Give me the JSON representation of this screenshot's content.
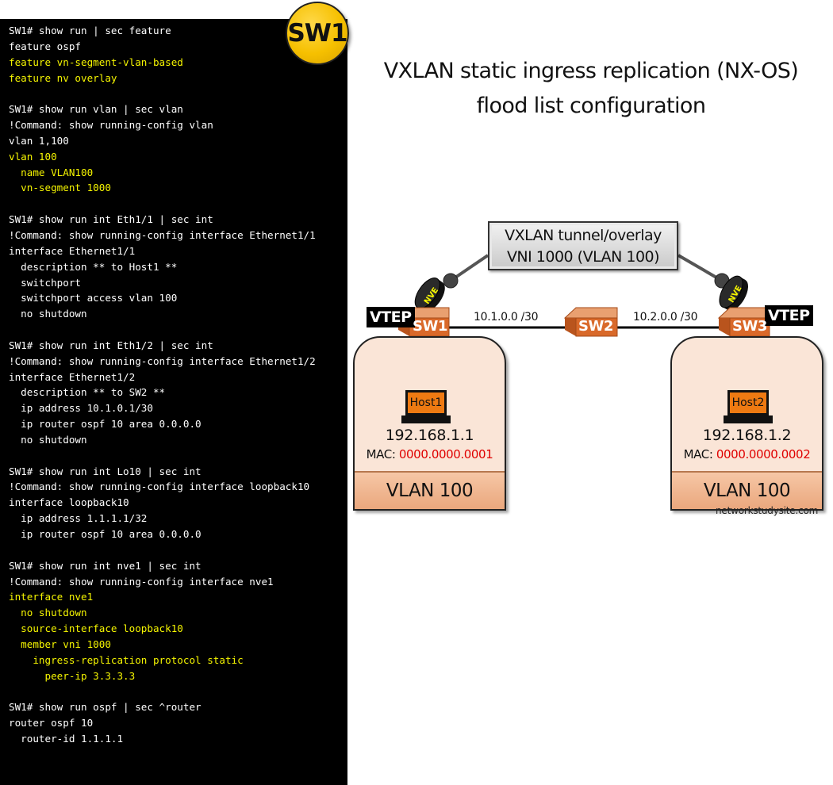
{
  "terminal": {
    "lines": [
      {
        "text": "SW1# show run | sec feature",
        "highlight": false
      },
      {
        "text": "feature ospf",
        "highlight": false
      },
      {
        "text": "feature vn-segment-vlan-based",
        "highlight": true
      },
      {
        "text": "feature nv overlay",
        "highlight": true
      },
      {
        "text": "",
        "highlight": false
      },
      {
        "text": "SW1# show run vlan | sec vlan",
        "highlight": false
      },
      {
        "text": "!Command: show running-config vlan",
        "highlight": false
      },
      {
        "text": "vlan 1,100",
        "highlight": false
      },
      {
        "text": "vlan 100",
        "highlight": true
      },
      {
        "text": "  name VLAN100",
        "highlight": true
      },
      {
        "text": "  vn-segment 1000",
        "highlight": true
      },
      {
        "text": "",
        "highlight": false
      },
      {
        "text": "SW1# show run int Eth1/1 | sec int",
        "highlight": false
      },
      {
        "text": "!Command: show running-config interface Ethernet1/1",
        "highlight": false
      },
      {
        "text": "interface Ethernet1/1",
        "highlight": false
      },
      {
        "text": "  description ** to Host1 **",
        "highlight": false
      },
      {
        "text": "  switchport",
        "highlight": false
      },
      {
        "text": "  switchport access vlan 100",
        "highlight": false
      },
      {
        "text": "  no shutdown",
        "highlight": false
      },
      {
        "text": "",
        "highlight": false
      },
      {
        "text": "SW1# show run int Eth1/2 | sec int",
        "highlight": false
      },
      {
        "text": "!Command: show running-config interface Ethernet1/2",
        "highlight": false
      },
      {
        "text": "interface Ethernet1/2",
        "highlight": false
      },
      {
        "text": "  description ** to SW2 **",
        "highlight": false
      },
      {
        "text": "  ip address 10.1.0.1/30",
        "highlight": false
      },
      {
        "text": "  ip router ospf 10 area 0.0.0.0",
        "highlight": false
      },
      {
        "text": "  no shutdown",
        "highlight": false
      },
      {
        "text": "",
        "highlight": false
      },
      {
        "text": "SW1# show run int Lo10 | sec int",
        "highlight": false
      },
      {
        "text": "!Command: show running-config interface loopback10",
        "highlight": false
      },
      {
        "text": "interface loopback10",
        "highlight": false
      },
      {
        "text": "  ip address 1.1.1.1/32",
        "highlight": false
      },
      {
        "text": "  ip router ospf 10 area 0.0.0.0",
        "highlight": false
      },
      {
        "text": "",
        "highlight": false
      },
      {
        "text": "SW1# show run int nve1 | sec int",
        "highlight": false
      },
      {
        "text": "!Command: show running-config interface nve1",
        "highlight": false
      },
      {
        "text": "interface nve1",
        "highlight": true
      },
      {
        "text": "  no shutdown",
        "highlight": true
      },
      {
        "text": "  source-interface loopback10",
        "highlight": true
      },
      {
        "text": "  member vni 1000",
        "highlight": true
      },
      {
        "text": "    ingress-replication protocol static",
        "highlight": true
      },
      {
        "text": "      peer-ip 3.3.3.3",
        "highlight": true
      },
      {
        "text": "",
        "highlight": false
      },
      {
        "text": "SW1# show run ospf | sec ^router",
        "highlight": false
      },
      {
        "text": "router ospf 10",
        "highlight": false
      },
      {
        "text": "  router-id 1.1.1.1",
        "highlight": false
      }
    ]
  },
  "badge": {
    "label": "SW1"
  },
  "title": {
    "line1": "VXLAN static ingress replication (NX-OS)",
    "line2": "flood list configuration"
  },
  "diagram": {
    "tunnel": {
      "line1": "VXLAN tunnel/overlay",
      "line2": "VNI 1000 (VLAN 100)"
    },
    "nve_label": "NVE",
    "vtep_label": "VTEP",
    "switches": [
      {
        "name": "SW1"
      },
      {
        "name": "SW2"
      },
      {
        "name": "SW3"
      }
    ],
    "links": [
      {
        "subnet": "10.1.0.0 /30"
      },
      {
        "subnet": "10.2.0.0 /30"
      }
    ],
    "hosts": [
      {
        "name": "Host1",
        "ip": "192.168.1.1",
        "mac_label": "MAC:",
        "mac": "0000.0000.0001",
        "vlan": "VLAN 100"
      },
      {
        "name": "Host2",
        "ip": "192.168.1.2",
        "mac_label": "MAC:",
        "mac": "0000.0000.0002",
        "vlan": "VLAN 100"
      }
    ],
    "watermark": "networkstudysite.com"
  },
  "colors": {
    "terminal_bg": "#000000",
    "terminal_text": "#ffffff",
    "terminal_highlight": "#f5f500",
    "badge_yellow": "#f6c000",
    "switch_orange": "#d9692a",
    "host_orange": "#ee7a12",
    "site_fill": "#fae5d7",
    "vlan_bar": "#f2b58c",
    "mac_red": "#e00000"
  }
}
